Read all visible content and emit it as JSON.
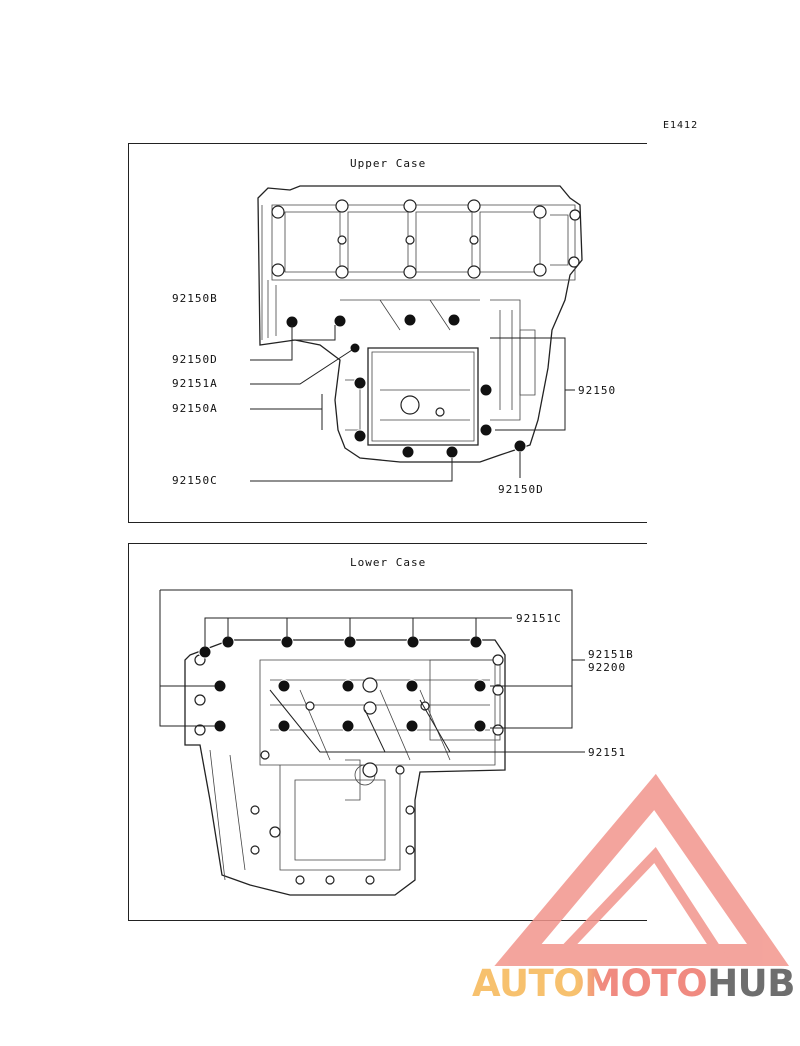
{
  "diagram_code": "E1412",
  "upper_case": {
    "title": "Upper Case",
    "labels": {
      "l92150B": "92150B",
      "l92150D_left": "92150D",
      "l92151A": "92151A",
      "l92150A": "92150A",
      "l92150C": "92150C",
      "l92150": "92150",
      "l92150D_bottom": "92150D"
    }
  },
  "lower_case": {
    "title": "Lower Case",
    "labels": {
      "l92151C": "92151C",
      "l92151B": "92151B",
      "l92200": "92200",
      "l92151": "92151"
    }
  },
  "watermark": {
    "part1": "AUTOMOTO",
    "part2": "HUB",
    "colors": {
      "triangle": "#f2958c",
      "auto": "#f7c16e",
      "moto": "#f08a80",
      "hub": "#6e6e6e"
    }
  }
}
